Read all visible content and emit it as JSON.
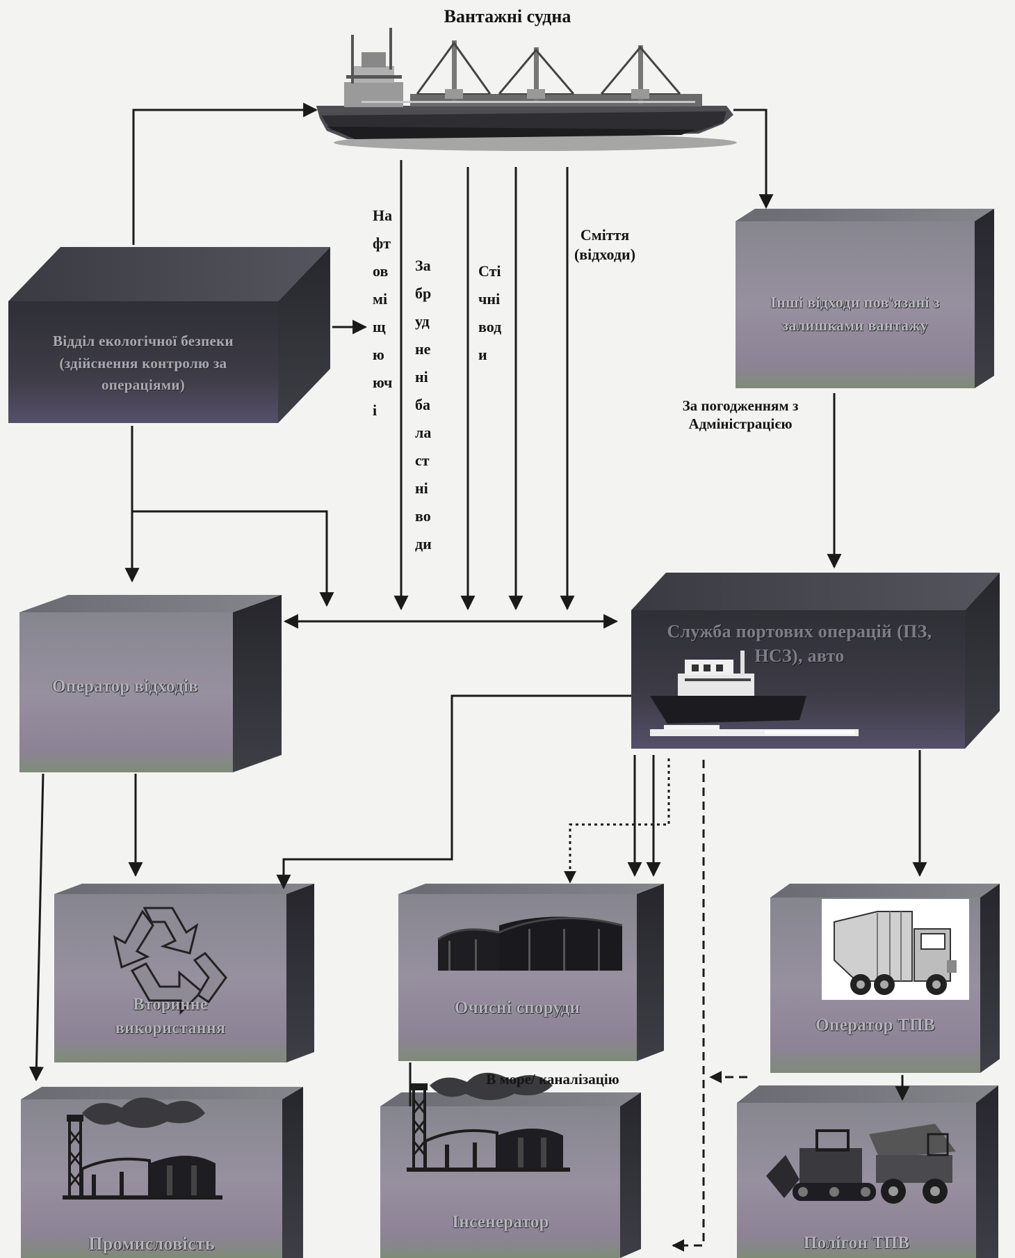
{
  "title": "Вантажні судна",
  "flows": {
    "oily_water": [
      "На",
      "фт",
      "ов",
      "мі",
      "щ",
      "ю",
      "юч",
      "і"
    ],
    "dirty_ballast": [
      "За",
      "бр",
      "уд",
      "не",
      "ні",
      "ба",
      "ла",
      "ст",
      "ні",
      "во",
      "ди"
    ],
    "waste_water": [
      "Сті",
      "чні",
      "вод",
      "и"
    ],
    "garbage": [
      "Сміття",
      "(відходи)"
    ]
  },
  "nodes": {
    "eco_dept": [
      "Відділ екологічної безпеки",
      "(здійснення контролю за",
      "операціями)"
    ],
    "other_waste": [
      "Інші відходи пов'язані з",
      "залишками вантажу"
    ],
    "agreement": [
      "За погодженням з",
      "Адміністрацією"
    ],
    "waste_operator": "Оператор відходів",
    "port_service": [
      "Служба портових операцій (ПЗ,",
      "НСЗ), авто"
    ],
    "recycling": [
      "Вторинне",
      "використання"
    ],
    "treatment": "Очисні споруди",
    "tpv_operator": "Оператор ТПВ",
    "sea_sewer": "В море/ каналізацію",
    "industry": "Промисловість",
    "incinerator": "Інсенератор",
    "landfill": "Полігон ТПВ"
  },
  "icons": [
    "cargo-ship-icon",
    "tugboat-icon",
    "recycle-icon",
    "storage-tanks-icon",
    "garbage-truck-icon",
    "factory-icon",
    "bulldozer-icon"
  ]
}
